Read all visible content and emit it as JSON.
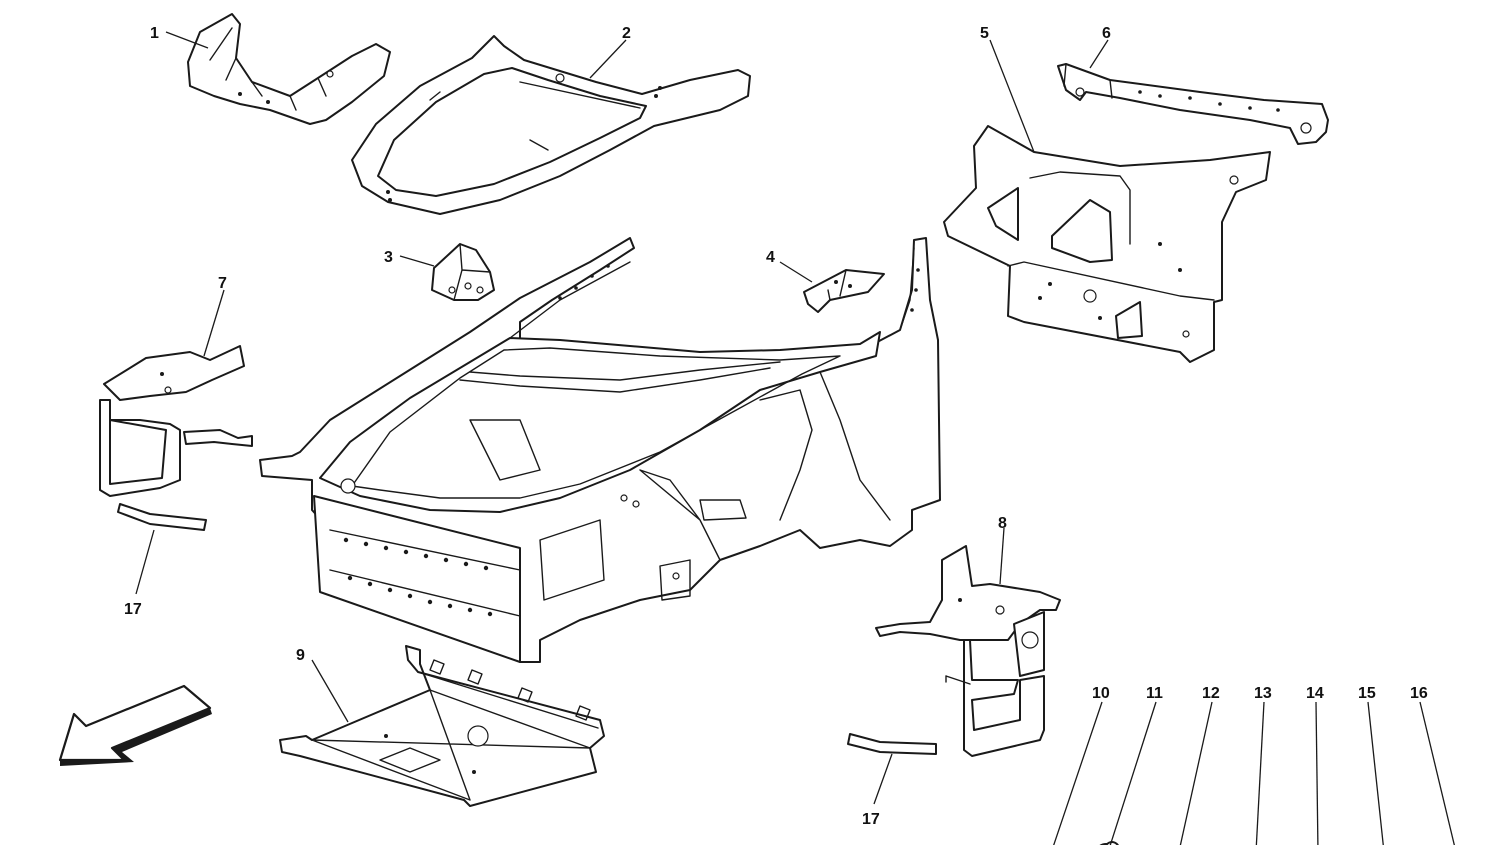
{
  "callouts": [
    {
      "id": "1",
      "label": "1"
    },
    {
      "id": "2",
      "label": "2"
    },
    {
      "id": "3",
      "label": "3"
    },
    {
      "id": "4",
      "label": "4"
    },
    {
      "id": "5",
      "label": "5"
    },
    {
      "id": "6",
      "label": "6"
    },
    {
      "id": "7",
      "label": "7"
    },
    {
      "id": "8",
      "label": "8"
    },
    {
      "id": "9",
      "label": "9"
    },
    {
      "id": "10",
      "label": "10"
    },
    {
      "id": "11",
      "label": "11"
    },
    {
      "id": "12",
      "label": "12"
    },
    {
      "id": "13",
      "label": "13"
    },
    {
      "id": "14",
      "label": "14"
    },
    {
      "id": "15",
      "label": "15"
    },
    {
      "id": "16",
      "label": "16"
    },
    {
      "id": "17a",
      "label": "17"
    },
    {
      "id": "17b",
      "label": "17"
    }
  ],
  "icons": {
    "direction": "front-direction-arrow-icon"
  },
  "colors": {
    "line": "#1a1a1a",
    "background": "#ffffff"
  }
}
